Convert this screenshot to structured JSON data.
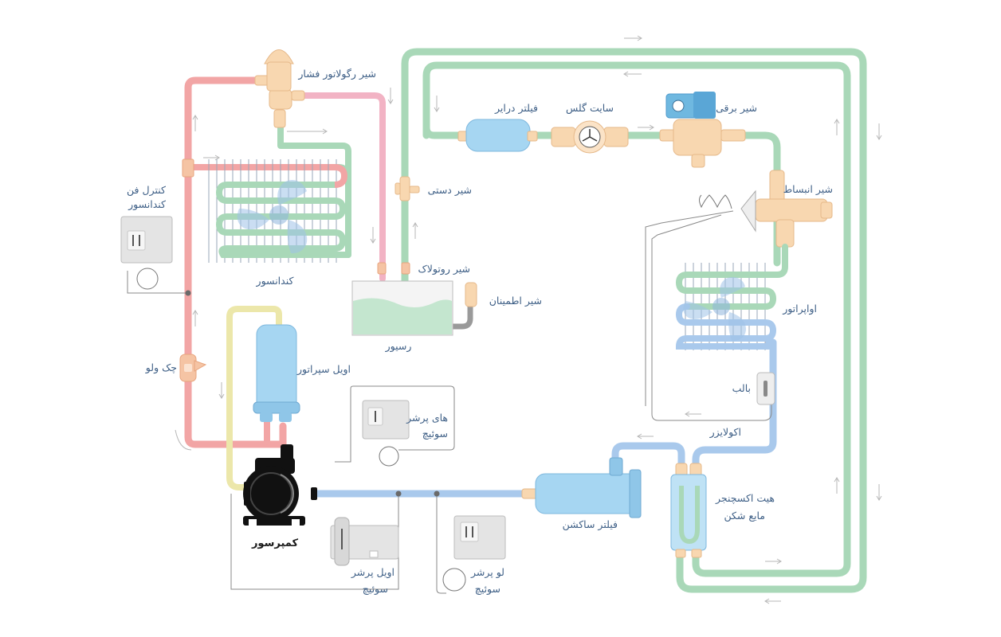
{
  "labels": {
    "pressure_regulator_valve": "شیر رگولاتور فشار",
    "filter_drier": "فیلتر درایر",
    "sight_glass": "سایت گلس",
    "solenoid_valve": "شیر برقی",
    "condenser_fan_control_line1": "کنترل فن",
    "condenser_fan_control_line2": "کندانسور",
    "condenser": "کندانسور",
    "manual_valve": "شیر دستی",
    "expansion_valve": "شیر انبساط",
    "rotolock_valve": "شیر روتولاک",
    "safety_valve": "شیر اطمینان",
    "receiver": "رسیور",
    "evaporator": "اواپراتور",
    "check_valve": "چک ولو",
    "oil_separator": "اویل سپراتور",
    "bulb": "بالب",
    "equalizer": "اکولایزر",
    "high_pressure_switch_line1": "های پرشر",
    "high_pressure_switch_line2": "سوئیچ",
    "compressor": "کمپرسور",
    "suction_filter": "فیلتر ساکشن",
    "heat_exchanger_line1": "هیت اکسچنجر",
    "heat_exchanger_line2": "مایع شکن",
    "oil_pressure_switch_line1": "اویل پرشر",
    "oil_pressure_switch_line2": "سوئیچ",
    "low_pressure_switch_line1": "لو پرشر",
    "low_pressure_switch_line2": "سوئیچ"
  },
  "colors": {
    "discharge_pipe": "#f2a5a5",
    "liquid_pipe": "#a9d8b8",
    "suction_pipe": "#a9c9ec",
    "oil_pipe": "#ece7aa",
    "brass_fitting": "#f8d7b0",
    "component_blue": "#a6d6f2",
    "label_text": "#3e5f86",
    "compressor": "#111111"
  },
  "icons": [
    "solenoid-coil-icon",
    "sight-glass-icon",
    "pressure-switch-icon",
    "compressor-icon",
    "fan-icon"
  ]
}
